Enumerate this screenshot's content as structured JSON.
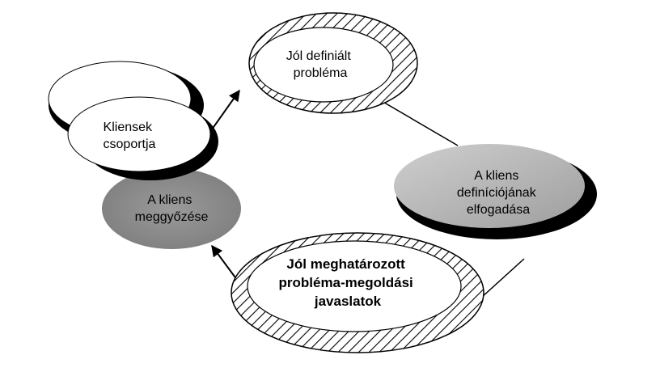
{
  "nodes": {
    "clients": {
      "lines": [
        "Kliensek",
        "csoportja"
      ]
    },
    "defined_problem": {
      "lines": [
        "Jól definiált",
        "probléma"
      ]
    },
    "acceptance": {
      "lines": [
        "A kliens",
        "definíciójának",
        "elfogadása"
      ]
    },
    "proposals": {
      "lines": [
        "Jól meghatározott",
        "probléma-megoldási",
        "javaslatok"
      ]
    },
    "persuasion": {
      "lines": [
        "A kliens",
        "meggyőzése"
      ]
    }
  },
  "colors": {
    "background": "#ffffff",
    "gray_fill": "#b8b8b8",
    "gray_dark": "#8f8f8f",
    "shadow": "#000000",
    "stroke": "#000000"
  }
}
